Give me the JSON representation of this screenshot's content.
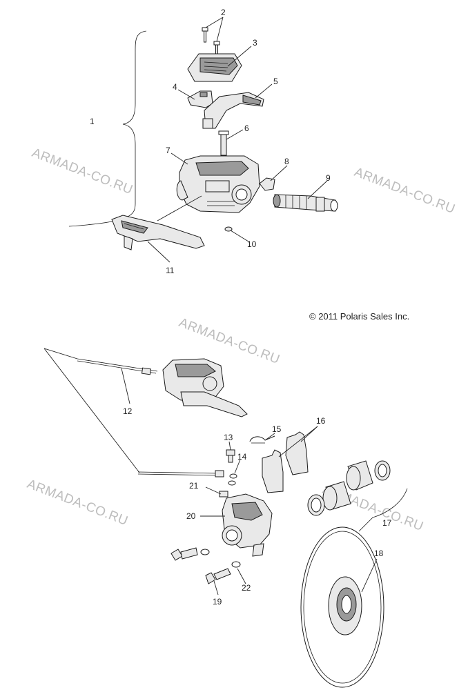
{
  "copyright": "© 2011 Polaris Sales Inc.",
  "watermark": "ARMADA-CO.RU",
  "callouts": [
    "1",
    "2",
    "3",
    "4",
    "5",
    "6",
    "7",
    "8",
    "9",
    "10",
    "11",
    "12",
    "13",
    "14",
    "15",
    "16",
    "17",
    "18",
    "19",
    "20",
    "21",
    "22"
  ],
  "colors": {
    "line": "#1a1a1a",
    "watermark": "#bdbdbd",
    "part_fill": "#e9e9e9",
    "part_shade": "#9a9a9a"
  }
}
